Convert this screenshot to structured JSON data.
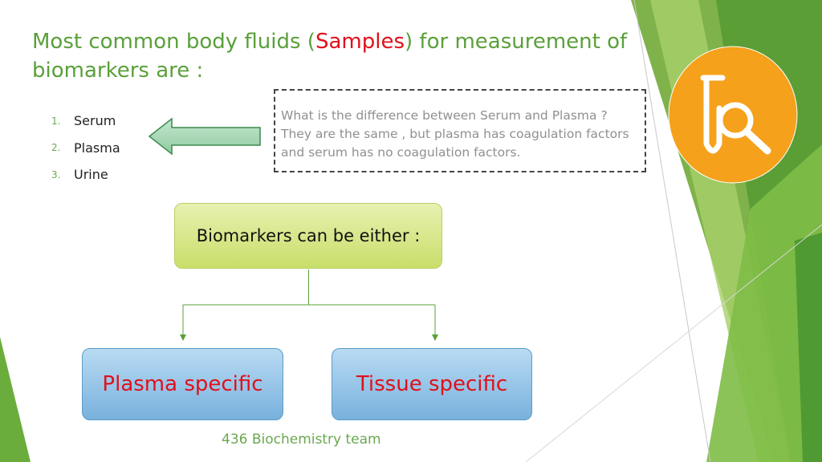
{
  "title": {
    "before": "Most common body fluids (",
    "highlight": "Samples",
    "after": ") for measurement of biomarkers are :"
  },
  "fluids": [
    {
      "num": "1.",
      "label": "Serum"
    },
    {
      "num": "2.",
      "label": "Plasma"
    },
    {
      "num": "3.",
      "label": "Urine"
    }
  ],
  "question_box": {
    "question": "What is the difference between Serum and Plasma ?",
    "answer": "They are the same , but plasma has coagulation factors and serum has no coagulation factors."
  },
  "diagram": {
    "top": "Biomarkers can be either :",
    "left": "Plasma specific",
    "right": "Tissue specific"
  },
  "footer": "436 Biochemistry team",
  "icons": {
    "badge": "test-tube-magnifier-icon",
    "arrow": "left-arrow-icon"
  },
  "colors": {
    "title_green": "#5aa03a",
    "highlight_red": "#e0101a",
    "badge_orange": "#f5a11c",
    "green_box": "#c9de6a",
    "blue_box": "#78b1dd"
  }
}
